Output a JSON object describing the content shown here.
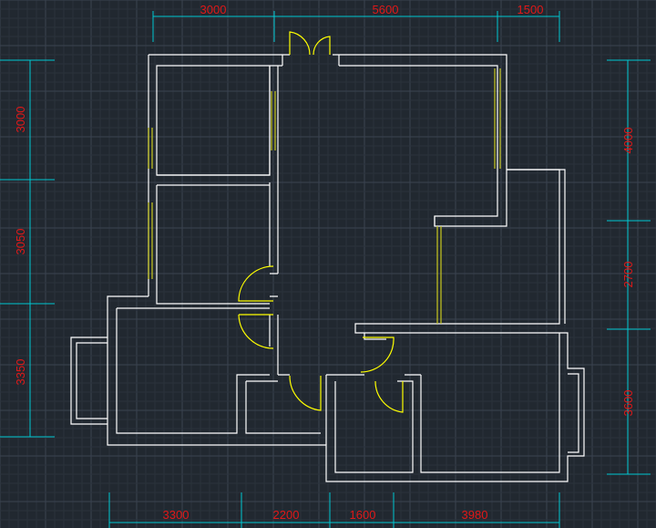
{
  "colors": {
    "background": "#212830",
    "grid_major": "#3a4350",
    "grid_minor": "#2a323b",
    "wall": "#ffffff",
    "door": "#ffff00",
    "window": "#c8c820",
    "dimension_line": "#00c8d2",
    "dimension_text": "#e01818"
  },
  "dimensions": {
    "top": [
      "3000",
      "5600",
      "1500"
    ],
    "bottom": [
      "3300",
      "2200",
      "1600",
      "3980"
    ],
    "left": [
      "3000",
      "3050",
      "3350"
    ],
    "right": [
      "4000",
      "2700",
      "3600"
    ]
  }
}
